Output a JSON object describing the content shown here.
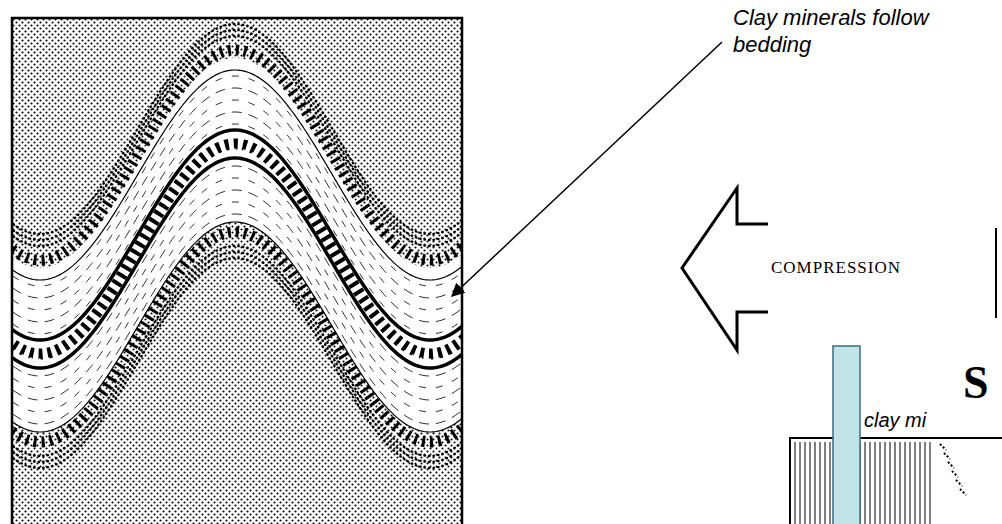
{
  "diagram": {
    "labels": [
      "Clay minerals follow bedding",
      "COMPRESSION",
      "S",
      "clay mi"
    ]
  }
}
